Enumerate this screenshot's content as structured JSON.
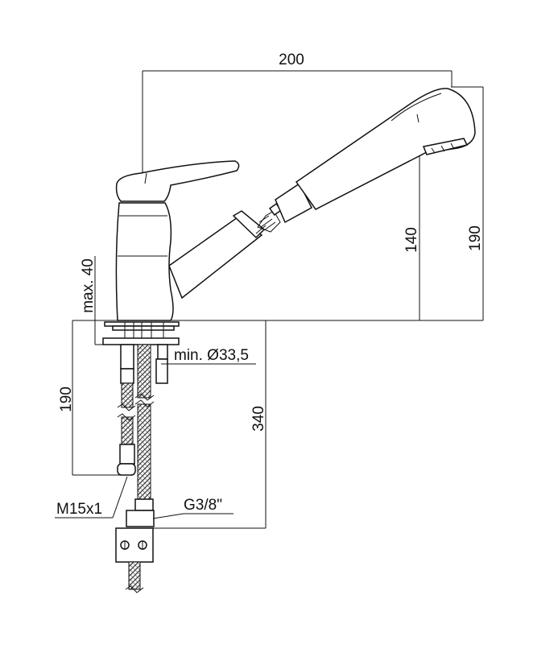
{
  "drawing": {
    "dimensions": {
      "spout_reach": "200",
      "handshower_height": "140",
      "overall_height": "190",
      "deck_thickness": "max. 40",
      "hole_diameter": "min. Ø33,5",
      "hose_length_left": "190",
      "hose_length_total": "340",
      "thread_stud": "M15x1",
      "thread_connection": "G3/8\""
    }
  }
}
